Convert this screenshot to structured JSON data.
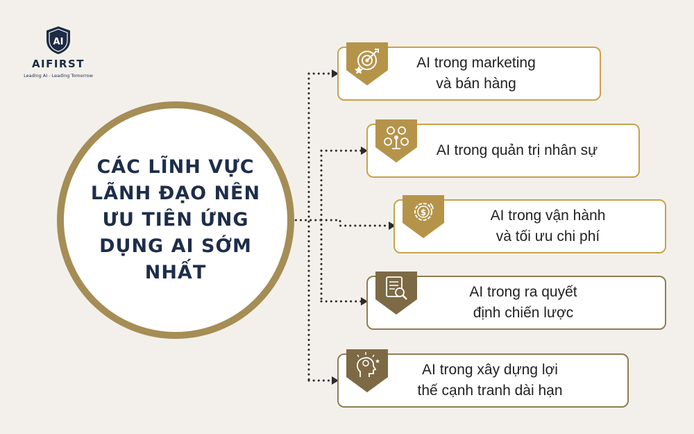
{
  "brand": {
    "logo_mark": "AI",
    "name": "AIFIRST",
    "tagline": "Leading AI - Leading Tomorrow"
  },
  "center": {
    "title": "CÁC LĨNH VỰC LÃNH ĐẠO NÊN ƯU TIÊN ỨNG DỤNG AI SỚM NHẤT"
  },
  "items": [
    {
      "line1": "AI trong marketing",
      "line2": "và bán hàng",
      "icon": "target-star-icon"
    },
    {
      "line1": "AI trong quản trị nhân sự",
      "line2": "",
      "icon": "team-network-icon"
    },
    {
      "line1": "AI trong vận hành",
      "line2": "và tối ưu chi phí",
      "icon": "dollar-gear-icon"
    },
    {
      "line1": "AI trong ra quyết",
      "line2": "định chiến lược",
      "icon": "document-search-icon"
    },
    {
      "line1": "AI trong xây dựng lợi",
      "line2": "thế cạnh tranh dài hạn",
      "icon": "head-lightbulb-icon"
    }
  ],
  "colors": {
    "background": "#f3f0eb",
    "navy": "#1e2d4a",
    "gold": "#c8a24a",
    "gold_dark": "#8f7c52",
    "tag_gold": "#b5944a",
    "tag_olive": "#7d6a45"
  }
}
